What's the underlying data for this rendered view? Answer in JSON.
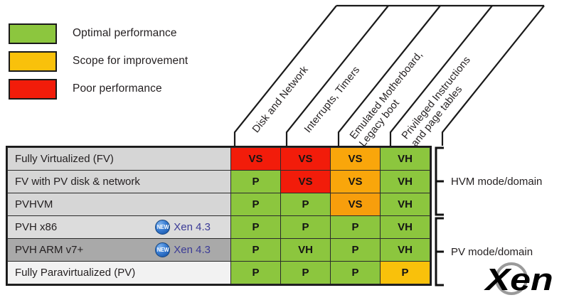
{
  "legend": {
    "items": [
      {
        "label": "Optimal performance",
        "color": "#8CC63E",
        "key": "optimal"
      },
      {
        "label": "Scope for improvement",
        "color": "#F9C10B",
        "key": "scope"
      },
      {
        "label": "Poor performance",
        "color": "#F21C0A",
        "key": "poor"
      }
    ]
  },
  "columns": [
    {
      "id": "disk-network",
      "label": "Disk and Network",
      "lines": [
        "Disk and Network"
      ]
    },
    {
      "id": "interrupts-timers",
      "label": "Interrupts, Timers",
      "lines": [
        "Interrupts, Timers"
      ]
    },
    {
      "id": "emulated-motherboard",
      "label": "Emulated Motherboard, Legacy boot",
      "lines": [
        "Emulated Motherboard,",
        "Legacy boot"
      ]
    },
    {
      "id": "privileged-instructions",
      "label": "Privileged Instructions and page tables",
      "lines": [
        "Privileged Instructions",
        "and page tables"
      ]
    }
  ],
  "rows": [
    {
      "id": "fully-virtualized",
      "label": "Fully Virtualized (FV)",
      "badge": null,
      "version": null,
      "row_bg": "#D6D6D6",
      "cells": [
        {
          "value": "VS",
          "color": "#F21C0A"
        },
        {
          "value": "VS",
          "color": "#F21C0A"
        },
        {
          "value": "VS",
          "color": "#F9A60B"
        },
        {
          "value": "VH",
          "color": "#8CC63E"
        }
      ]
    },
    {
      "id": "fv-with-pv-disk-network",
      "label": "FV with PV disk & network",
      "badge": null,
      "version": null,
      "row_bg": "#D6D6D6",
      "cells": [
        {
          "value": "P",
          "color": "#8CC63E"
        },
        {
          "value": "VS",
          "color": "#F21C0A"
        },
        {
          "value": "VS",
          "color": "#F9A60B"
        },
        {
          "value": "VH",
          "color": "#8CC63E"
        }
      ]
    },
    {
      "id": "pvhvm",
      "label": "PVHVM",
      "badge": null,
      "version": null,
      "row_bg": "#D6D6D6",
      "cells": [
        {
          "value": "P",
          "color": "#8CC63E"
        },
        {
          "value": "P",
          "color": "#8CC63E"
        },
        {
          "value": "VS",
          "color": "#F79E0C"
        },
        {
          "value": "VH",
          "color": "#8CC63E"
        }
      ]
    },
    {
      "id": "pvh-x86",
      "label": "PVH x86",
      "badge": "NEW",
      "version": "Xen 4.3",
      "row_bg": "#DCDCDC",
      "cells": [
        {
          "value": "P",
          "color": "#8CC63E"
        },
        {
          "value": "P",
          "color": "#8CC63E"
        },
        {
          "value": "P",
          "color": "#8CC63E"
        },
        {
          "value": "VH",
          "color": "#8CC63E"
        }
      ]
    },
    {
      "id": "pvh-arm-v7",
      "label": "PVH ARM v7+",
      "badge": "NEW",
      "version": "Xen 4.3",
      "row_bg": "#A9A9A9",
      "cells": [
        {
          "value": "P",
          "color": "#8CC63E"
        },
        {
          "value": "VH",
          "color": "#8CC63E"
        },
        {
          "value": "P",
          "color": "#8CC63E"
        },
        {
          "value": "VH",
          "color": "#8CC63E"
        }
      ]
    },
    {
      "id": "fully-paravirtualized",
      "label": "Fully Paravirtualized (PV)",
      "badge": null,
      "version": null,
      "row_bg": "#F2F2F2",
      "cells": [
        {
          "value": "P",
          "color": "#8CC63E"
        },
        {
          "value": "P",
          "color": "#8CC63E"
        },
        {
          "value": "P",
          "color": "#8CC63E"
        },
        {
          "value": "P",
          "color": "#F9C10B"
        }
      ]
    }
  ],
  "brackets": [
    {
      "id": "hvm",
      "label": "HVM mode/domain",
      "rows": [
        0,
        2
      ]
    },
    {
      "id": "pv",
      "label": "PV mode/domain",
      "rows": [
        3,
        5
      ]
    }
  ],
  "logo": {
    "text": "Xen",
    "circle_color": "#9a9a9a",
    "text_color": "#000000"
  },
  "badge_colors": {
    "new_badge_fill": "#2f74c8",
    "version_text": "#3b3b96"
  }
}
